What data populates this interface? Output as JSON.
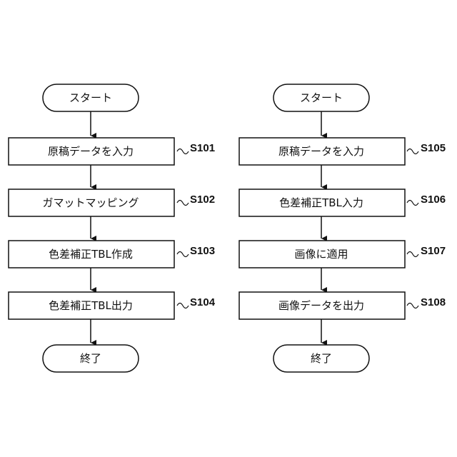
{
  "flows": [
    {
      "start": "スタート",
      "steps": [
        {
          "text": "原稿データを入力",
          "label": "S101"
        },
        {
          "text": "ガマットマッピング",
          "label": "S102"
        },
        {
          "text": "色差補正TBL作成",
          "label": "S103"
        },
        {
          "text": "色差補正TBL出力",
          "label": "S104"
        }
      ],
      "end": "終了"
    },
    {
      "start": "スタート",
      "steps": [
        {
          "text": "原稿データを入力",
          "label": "S105"
        },
        {
          "text": "色差補正TBL入力",
          "label": "S106"
        },
        {
          "text": "画像に適用",
          "label": "S107"
        },
        {
          "text": "画像データを出力",
          "label": "S108"
        }
      ],
      "end": "終了"
    }
  ]
}
